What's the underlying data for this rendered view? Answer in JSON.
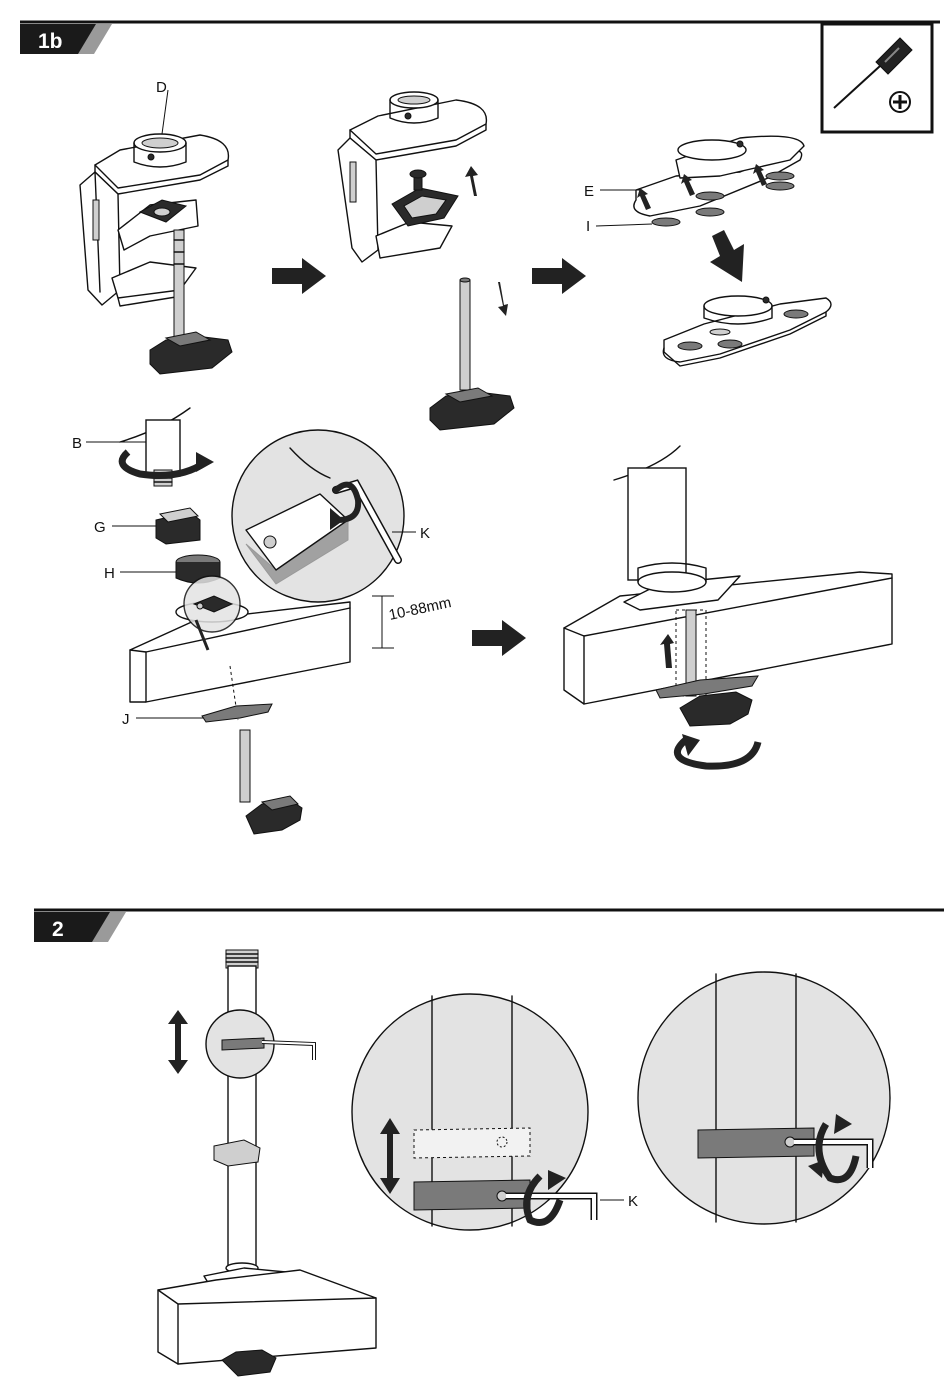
{
  "sections": [
    {
      "badge": "1b"
    },
    {
      "badge": "2"
    }
  ],
  "tool": {
    "icon": "screwdriver-icon",
    "head_icon": "phillips-head-icon"
  },
  "labels": {
    "D": "D",
    "E": "E",
    "I": "I",
    "B": "B",
    "G": "G",
    "H": "H",
    "J": "J",
    "K1": "K",
    "K2": "K"
  },
  "dimension": "10-88mm",
  "colors": {
    "ink": "#111111",
    "zoom_fill": "#e3e3e3",
    "badge": "#1a1a1a"
  }
}
